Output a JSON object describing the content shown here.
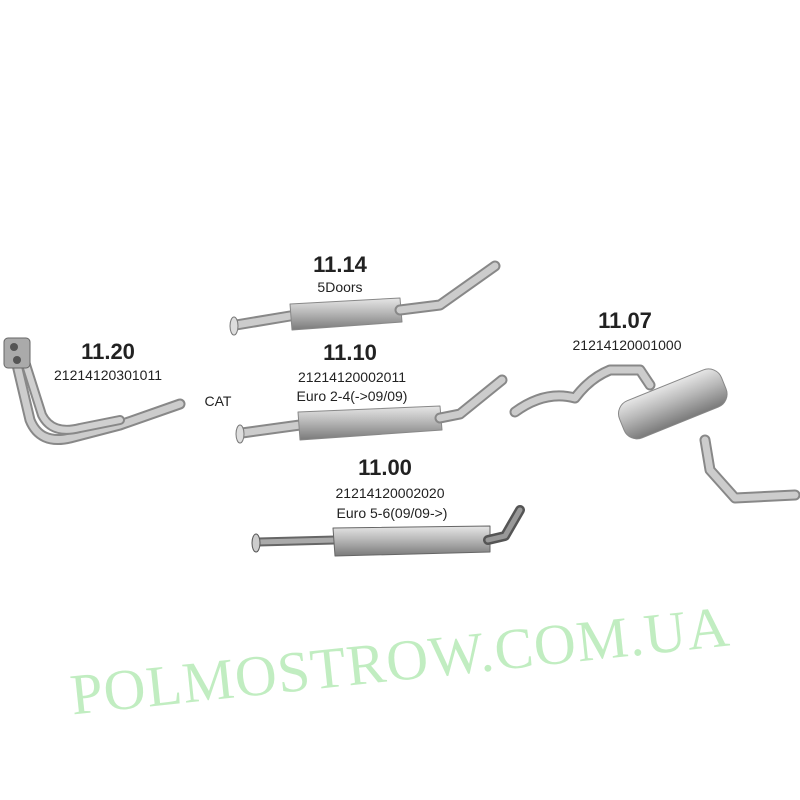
{
  "parts": [
    {
      "number": "11.14",
      "code": "",
      "note": "5Doors"
    },
    {
      "number": "11.20",
      "code": "21214120301011",
      "note": "CAT"
    },
    {
      "number": "11.10",
      "code": "21214120002011",
      "note": "Euro 2-4(->09/09)"
    },
    {
      "number": "11.00",
      "code": "21214120002020",
      "note": "Euro 5-6(09/09->)"
    },
    {
      "number": "11.07",
      "code": "21214120001000",
      "note": ""
    }
  ],
  "watermark": "POLMOSTROW.COM.UA",
  "colors": {
    "pipe": "#b5b5b5",
    "pipe_dark": "#7d7d7d",
    "watermark": "#8fe08f"
  }
}
